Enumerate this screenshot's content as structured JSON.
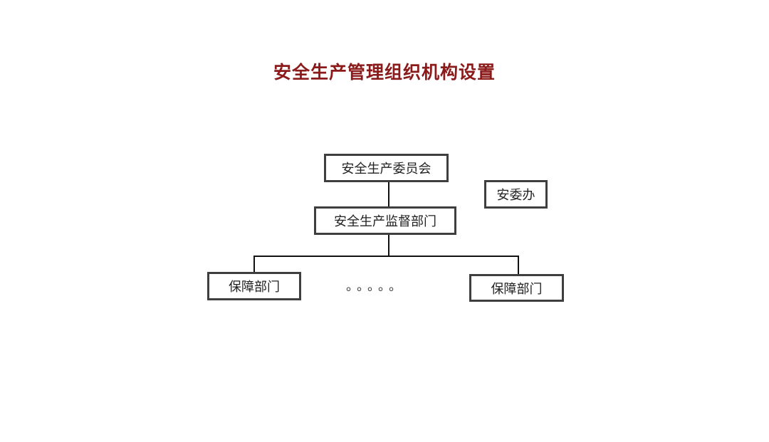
{
  "title": "安全生产管理组织机构设置",
  "colors": {
    "title": "#8b1a1a",
    "box_border": "#3f3f3f",
    "line": "#111111",
    "background": "#ffffff"
  },
  "org_chart": {
    "committee": "安全生产委员会",
    "office": "安委办",
    "supervision": "安全生产监督部门",
    "left_department": "保障部门",
    "ellipsis": "。。。。。",
    "right_department": "保障部门"
  }
}
